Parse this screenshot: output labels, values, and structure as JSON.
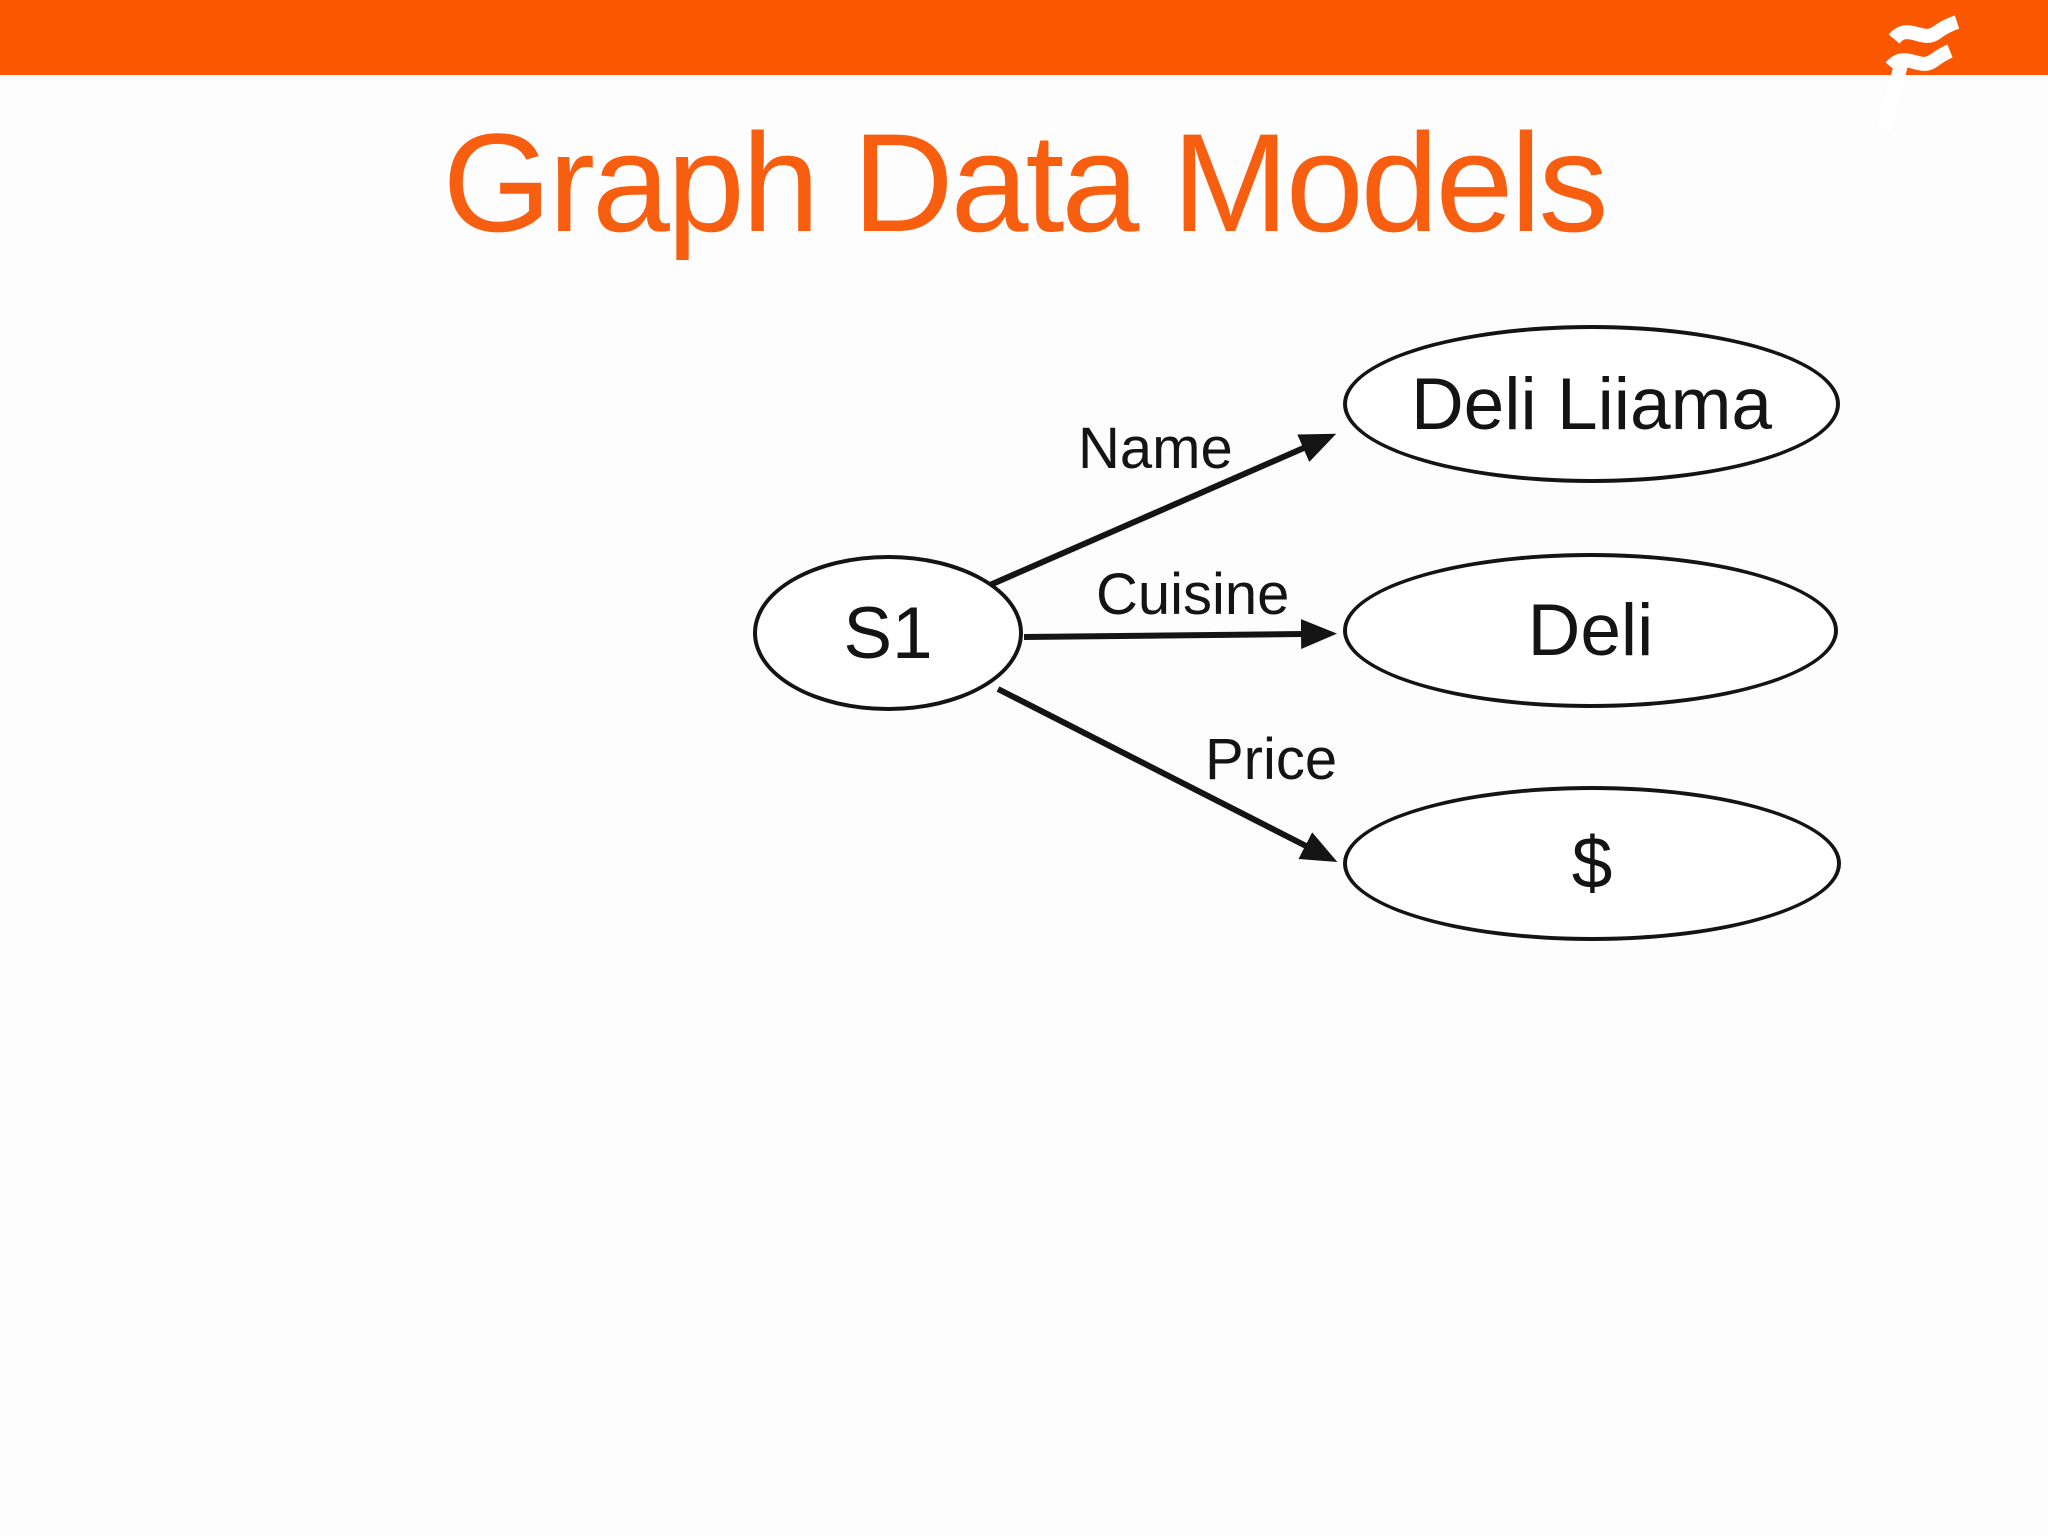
{
  "slide": {
    "title": "Graph Data Models"
  },
  "theme": {
    "header_orange": "#fb5600",
    "title_orange": "#f85e10",
    "ink": "#141414",
    "background": "#fdfdfd",
    "node_fill": "#ffffff",
    "logo_white": "#ffffff"
  },
  "diagram": {
    "type": "graph",
    "nodes": [
      {
        "id": "s1",
        "label": "S1",
        "role": "subject"
      },
      {
        "id": "name-value",
        "label": "Deli Liiama",
        "role": "object"
      },
      {
        "id": "cuisine-value",
        "label": "Deli",
        "role": "object"
      },
      {
        "id": "price-value",
        "label": "$",
        "role": "object"
      }
    ],
    "edges": [
      {
        "from": "s1",
        "to": "name-value",
        "label": "Name"
      },
      {
        "from": "s1",
        "to": "cuisine-value",
        "label": "Cuisine"
      },
      {
        "from": "s1",
        "to": "price-value",
        "label": "Price"
      }
    ]
  }
}
